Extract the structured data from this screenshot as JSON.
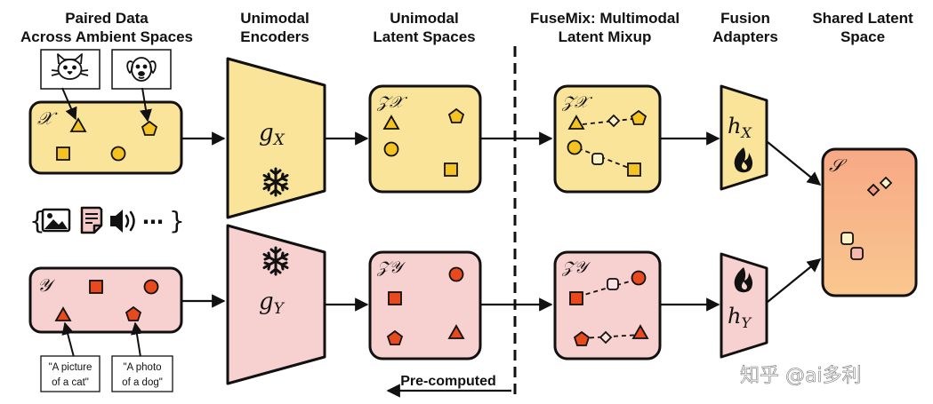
{
  "headers": {
    "paired_data": [
      "Paired Data",
      "Across Ambient Spaces"
    ],
    "unimodal_encoders": [
      "Unimodal",
      "Encoders"
    ],
    "unimodal_latent_spaces": [
      "Unimodal",
      "Latent Spaces"
    ],
    "fusemix": [
      "FuseMix: Multimodal",
      "Latent Mixup"
    ],
    "fusion_adapters": [
      "Fusion",
      "Adapters"
    ],
    "shared_latent_space": [
      "Shared Latent",
      "Space"
    ]
  },
  "spaces": {
    "ambient_x": "𝒳",
    "ambient_y": "𝒴",
    "latent_x": "𝒵𝒳",
    "latent_y": "𝒵𝒴",
    "shared": "𝒮"
  },
  "encoders": {
    "gx_base": "g",
    "gx_sub": "X",
    "gy_base": "g",
    "gy_sub": "Y"
  },
  "adapters": {
    "hx_base": "h",
    "hx_sub": "X",
    "hy_base": "h",
    "hy_sub": "Y"
  },
  "captions": {
    "cat": [
      "\"A picture",
      "of a cat\""
    ],
    "dog": [
      "\"A photo",
      "of a dog\""
    ]
  },
  "modalities": {
    "open": "{",
    "close": "}",
    "more": "⋯"
  },
  "precomputed": "Pre-computed",
  "watermark": "知乎 @ai多利",
  "colors": {
    "yellow_fill": "#f9e49a",
    "yellow_shape": "#f4c320",
    "pink_fill": "#f6d1cf",
    "red_shape": "#e84a1e",
    "shared_fill": "#f7b98a",
    "outline": "#111111"
  },
  "icons": [
    "cat-icon",
    "dog-icon",
    "image-icon",
    "document-icon",
    "speaker-icon",
    "snowflake-icon",
    "flame-icon"
  ]
}
